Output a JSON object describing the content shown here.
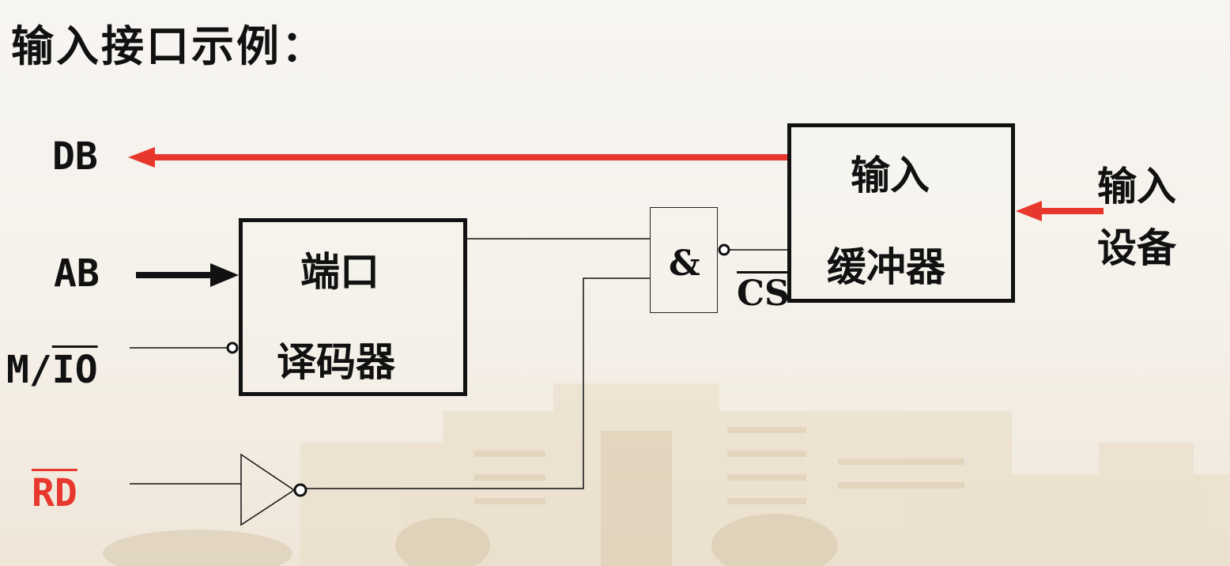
{
  "title": "输入接口示例：",
  "signals": {
    "db": "DB",
    "ab": "AB",
    "m": "M/",
    "io": "IO",
    "rd": "RD",
    "cs": "CS",
    "and_symbol": "&"
  },
  "blocks": {
    "decoder_line1": "端口",
    "decoder_line2": "译码器",
    "buffer_line1": "输入",
    "buffer_line2": "缓冲器",
    "device_line1": "输入",
    "device_line2": "设备"
  },
  "colors": {
    "highlight": "#e8372c",
    "line": "#111111"
  }
}
